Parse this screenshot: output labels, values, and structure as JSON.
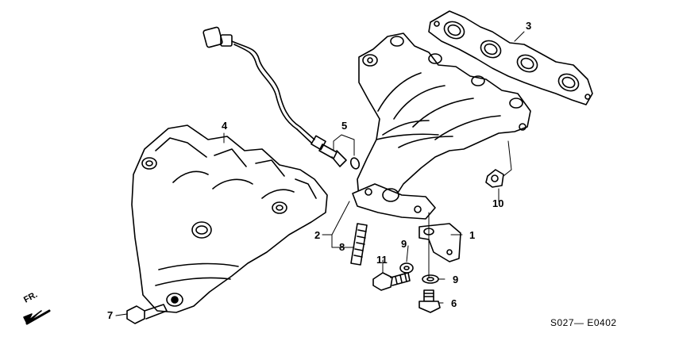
{
  "callouts": {
    "c1": "1",
    "c2": "2",
    "c3": "3",
    "c4": "4",
    "c5": "5",
    "c6": "6",
    "c7": "7",
    "c8": "8",
    "c9a": "9",
    "c9b": "9",
    "c10": "10",
    "c11": "11"
  },
  "direction_label": "FR.",
  "diagram_code": "S027— E0402"
}
